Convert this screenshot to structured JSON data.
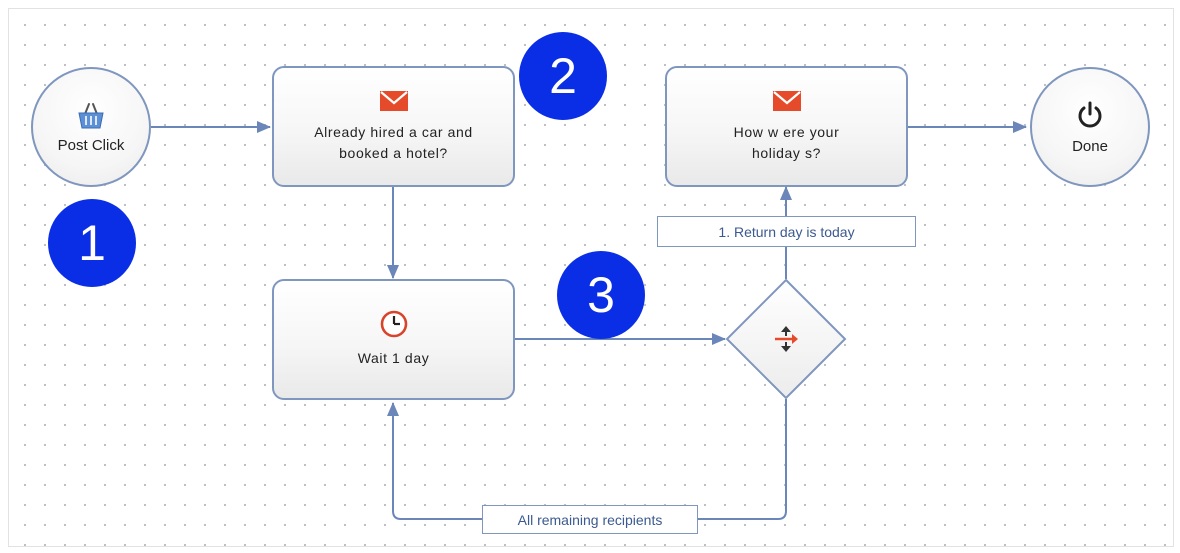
{
  "nodes": {
    "post_click": {
      "label": "Post Click",
      "icon": "shopping-basket-icon"
    },
    "email_1": {
      "line1": "Already hired a car and",
      "line2": "booked a hotel?",
      "icon": "envelope-icon"
    },
    "wait": {
      "label": "Wait 1 day",
      "icon": "clock-icon"
    },
    "split": {
      "icon": "split-arrows-icon"
    },
    "email_2": {
      "line1": "How w ere your",
      "line2": "holiday s?",
      "icon": "envelope-icon"
    },
    "done": {
      "label": "Done",
      "icon": "power-icon"
    }
  },
  "transitions": {
    "return_day": "1. Return day is today",
    "remaining": "All remaining recipients"
  },
  "badges": [
    "1",
    "2",
    "3"
  ],
  "colors": {
    "node_border": "#7f96be",
    "wire": "#6b86b8",
    "badge": "#0a2ee6",
    "icon_red": "#e54b2a"
  }
}
